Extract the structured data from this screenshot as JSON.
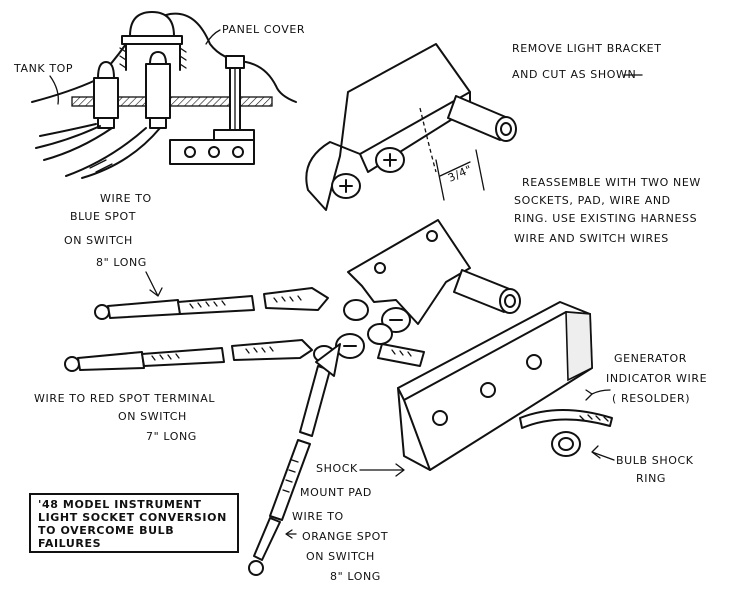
{
  "labels": {
    "panel_cover": "Panel Cover",
    "tank_top": "Tank Top",
    "remove_bracket_1": "Remove light bracket",
    "remove_bracket_2": "and cut as shown",
    "dimension": "3/4\"",
    "reassemble_1": "Reassemble with two new",
    "reassemble_2": "sockets, pad, wire and",
    "reassemble_3": "ring. Use existing harness",
    "reassemble_4": "wire and switch wires",
    "wire_blue_1": "Wire to",
    "wire_blue_2": "Blue spot",
    "wire_blue_3": "on switch",
    "wire_blue_4": "8\" long",
    "wire_red_1": "Wire to Red spot terminal",
    "wire_red_2": "on switch",
    "wire_red_3": "7\" long",
    "generator_1": "Generator",
    "generator_2": "indicator wire",
    "generator_3": "( Resolder)",
    "bulb_ring_1": "Bulb shock",
    "bulb_ring_2": "ring",
    "shock_pad_1": "Shock",
    "shock_pad_2": "mount pad",
    "wire_orange_1": "Wire to",
    "wire_orange_2": "orange spot",
    "wire_orange_3": "on switch",
    "wire_orange_4": "8\" long"
  },
  "caption": {
    "line1": "'48 model instrument",
    "line2": "light socket conversion",
    "line3": "to overcome bulb",
    "line4": "failures"
  }
}
